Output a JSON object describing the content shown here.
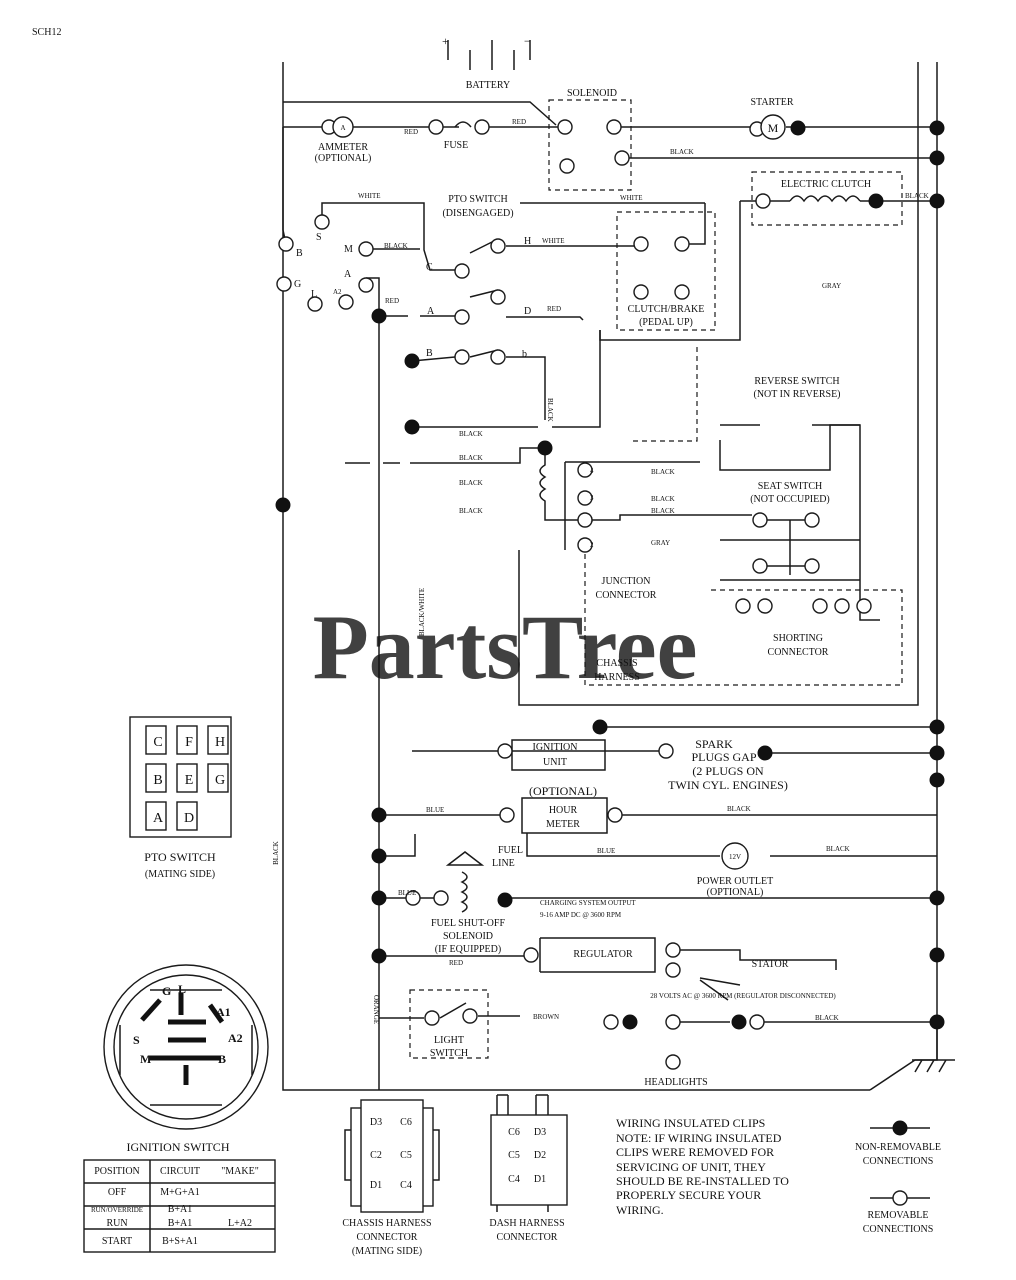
{
  "page_id": "SCH12",
  "watermark": "PartsTree",
  "components": {
    "battery": {
      "label": "BATTERY",
      "plus": "+",
      "minus": "−"
    },
    "solenoid": "SOLENOID",
    "starter": {
      "label": "STARTER",
      "symbol": "M"
    },
    "ammeter": {
      "label": "AMMETER",
      "note": "(OPTIONAL)",
      "symbol": "A"
    },
    "fuse": "FUSE",
    "electric_clutch": "ELECTRIC CLUTCH",
    "pto_switch_top": {
      "label": "PTO SWITCH",
      "note": "(DISENGAGED)"
    },
    "clutch_brake": {
      "label": "CLUTCH/BRAKE",
      "note": "(PEDAL UP)"
    },
    "reverse_switch": {
      "label": "REVERSE SWITCH",
      "note": "(NOT IN REVERSE)"
    },
    "seat_switch": {
      "label": "SEAT SWITCH",
      "note": "(NOT OCCUPIED)"
    },
    "junction_connector": {
      "line1": "JUNCTION",
      "line2": "CONNECTOR"
    },
    "shorting_connector": {
      "line1": "SHORTING",
      "line2": "CONNECTOR"
    },
    "chassis_harness": {
      "line1": "CHASSIS",
      "line2": "HARNESS"
    },
    "ignition_unit": {
      "line1": "IGNITION",
      "line2": "UNIT"
    },
    "spark_plugs": {
      "line1": "SPARK",
      "line2": "PLUGS GAP",
      "line3": "(2 PLUGS ON",
      "line4": "TWIN CYL. ENGINES)"
    },
    "hour_meter": {
      "note": "(OPTIONAL)",
      "line1": "HOUR",
      "line2": "METER"
    },
    "fuel_line": {
      "line1": "FUEL",
      "line2": "LINE"
    },
    "power_outlet": {
      "line1": "POWER OUTLET",
      "line2": "(OPTIONAL)",
      "symbol": "12V"
    },
    "charging_output": {
      "line1": "CHARGING SYSTEM OUTPUT",
      "line2": "9-16 AMP DC @ 3600 RPM"
    },
    "fuel_shutoff": {
      "line1": "FUEL SHUT-OFF",
      "line2": "SOLENOID",
      "line3": "(IF EQUIPPED)"
    },
    "regulator": "REGULATOR",
    "stator": "STATOR",
    "ac_note": "28 VOLTS AC @ 3600 RPM (REGULATOR DISCONNECTED)",
    "light_switch": {
      "line1": "LIGHT",
      "line2": "SWITCH"
    },
    "headlights": "HEADLIGHTS"
  },
  "ignition_terminals": {
    "s": "S",
    "m": "M",
    "a": "A",
    "g": "G",
    "l": "L",
    "a2": "A2"
  },
  "pto_terminals": {
    "c": "C",
    "h": "H",
    "a": "A",
    "d": "D",
    "b_upper": "B",
    "b_lower": "b"
  },
  "junction_pins": {
    "p1": "1",
    "p2": "2",
    "p3": "3",
    "p4": "4"
  },
  "wire_colors": {
    "red": "RED",
    "black": "BLACK",
    "white": "WHITE",
    "gray": "GRAY",
    "blue": "BLUE",
    "brown": "BROWN",
    "orange": "ORANGE",
    "black_white": "BLACK/WHITE"
  },
  "pto_mating": {
    "title": "PTO SWITCH",
    "note": "(MATING SIDE)",
    "pins": [
      "C",
      "F",
      "H",
      "B",
      "E",
      "G",
      "A",
      "D"
    ]
  },
  "ignition_face": {
    "pins": [
      "G",
      "L",
      "A1",
      "A2",
      "S",
      "M",
      "B"
    ]
  },
  "ignition_table": {
    "title": "IGNITION SWITCH",
    "headers": [
      "POSITION",
      "CIRCUIT",
      "\"MAKE\""
    ],
    "rows": [
      [
        "OFF",
        "M+G+A1",
        ""
      ],
      [
        "RUN/OVERRIDE",
        "B+A1",
        ""
      ],
      [
        "RUN",
        "B+A1",
        "L+A2"
      ],
      [
        "START",
        "B+S+A1",
        ""
      ]
    ]
  },
  "chassis_connector": {
    "line1": "CHASSIS HARNESS",
    "line2": "CONNECTOR",
    "line3": "(MATING SIDE)",
    "pins": [
      "D3",
      "C6",
      "C2",
      "C5",
      "D1",
      "C4"
    ]
  },
  "dash_connector": {
    "line1": "DASH HARNESS",
    "line2": "CONNECTOR",
    "pins": [
      "C6",
      "D3",
      "C5",
      "D2",
      "C4",
      "D1"
    ]
  },
  "notes": {
    "line1": "WIRING INSULATED CLIPS",
    "line2": "NOTE: IF WIRING INSULATED",
    "line3": "CLIPS WERE REMOVED FOR",
    "line4": "SERVICING OF UNIT, THEY",
    "line5": "SHOULD BE RE-INSTALLED TO",
    "line6": "PROPERLY SECURE YOUR",
    "line7": "WIRING."
  },
  "legend": {
    "non_removable_1": "NON-REMOVABLE",
    "non_removable_2": "CONNECTIONS",
    "removable_1": "REMOVABLE",
    "removable_2": "CONNECTIONS"
  },
  "junction_dots": [
    [
      283,
      505
    ],
    [
      379,
      316
    ],
    [
      412,
      361
    ],
    [
      412,
      427
    ],
    [
      545,
      448
    ],
    [
      937,
      128
    ],
    [
      937,
      158
    ],
    [
      937,
      201
    ],
    [
      600,
      727
    ],
    [
      937,
      727
    ],
    [
      937,
      753
    ],
    [
      765,
      753
    ],
    [
      937,
      780
    ],
    [
      379,
      815
    ],
    [
      379,
      856
    ],
    [
      379,
      898
    ],
    [
      505,
      900
    ],
    [
      937,
      898
    ],
    [
      379,
      956
    ],
    [
      937,
      955
    ],
    [
      630,
      1022
    ],
    [
      739,
      1022
    ],
    [
      937,
      1022
    ],
    [
      798,
      128
    ],
    [
      876,
      201
    ]
  ],
  "rings": [
    [
      329,
      127
    ],
    [
      436,
      127
    ],
    [
      482,
      127
    ],
    [
      565,
      127
    ],
    [
      614,
      127
    ],
    [
      567,
      166
    ],
    [
      622,
      158
    ],
    [
      763,
      201
    ],
    [
      641,
      244
    ],
    [
      682,
      244
    ],
    [
      641,
      292
    ],
    [
      682,
      292
    ],
    [
      322,
      222
    ],
    [
      286,
      244
    ],
    [
      366,
      249
    ],
    [
      284,
      284
    ],
    [
      315,
      304
    ],
    [
      346,
      302
    ],
    [
      366,
      285
    ],
    [
      462,
      271
    ],
    [
      498,
      246
    ],
    [
      462,
      317
    ],
    [
      498,
      297
    ],
    [
      462,
      357
    ],
    [
      498,
      357
    ],
    [
      585,
      470
    ],
    [
      585,
      498
    ],
    [
      585,
      520
    ],
    [
      585,
      545
    ],
    [
      760,
      520
    ],
    [
      812,
      520
    ],
    [
      760,
      566
    ],
    [
      812,
      566
    ],
    [
      743,
      606
    ],
    [
      765,
      606
    ],
    [
      820,
      606
    ],
    [
      842,
      606
    ],
    [
      864,
      606
    ],
    [
      505,
      751
    ],
    [
      666,
      751
    ],
    [
      507,
      815
    ],
    [
      615,
      815
    ],
    [
      413,
      898
    ],
    [
      441,
      898
    ],
    [
      531,
      955
    ],
    [
      673,
      950
    ],
    [
      673,
      970
    ],
    [
      611,
      1022
    ],
    [
      673,
      1022
    ],
    [
      757,
      1022
    ],
    [
      673,
      1062
    ],
    [
      432,
      1018
    ],
    [
      470,
      1016
    ],
    [
      757,
      129
    ]
  ]
}
